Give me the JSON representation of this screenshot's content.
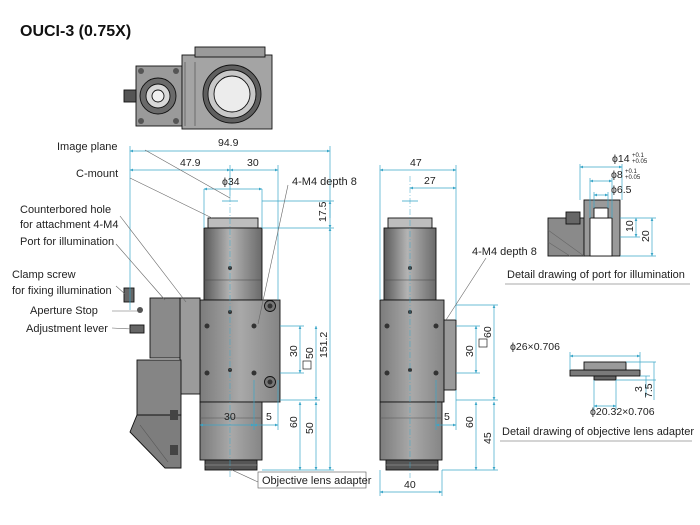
{
  "title": "OUCI-3 (0.75X)",
  "labels": {
    "image_plane": "Image plane",
    "c_mount": "C-mount",
    "counterbored_1": "Counterbored hole",
    "counterbored_2": "for attachment 4-M4",
    "port": "Port for illumination",
    "clamp_1": "Clamp screw",
    "clamp_2": "for fixing illumination",
    "aperture": "Aperture Stop",
    "adjust": "Adjustment lever",
    "m4_front": "4-M4 depth 8",
    "m4_side": "4-M4 depth 8",
    "obj_adapter": "Objective lens adapter",
    "detail_port": "Detail drawing of port for illumination",
    "detail_adapter": "Detail drawing of objective lens adapter"
  },
  "front_dims": {
    "width_total": "94.9",
    "w47_9": "47.9",
    "w30_top": "30",
    "phi34": "ϕ34",
    "h17_5": "17.5",
    "h30": "30",
    "sq50": "50",
    "h151_2": "151.2",
    "w30_bottom": "30",
    "w5": "5",
    "h60": "60",
    "h50": "50"
  },
  "side_dims": {
    "w47": "47",
    "w27": "27",
    "h30": "30",
    "sq60": "60",
    "w5": "5",
    "h60": "60",
    "h45": "45",
    "w40": "40"
  },
  "port_dims": {
    "phi14": "ϕ14",
    "phi14_tol_up": "+0.1",
    "phi14_tol_dn": "+0.05",
    "phi8": "ϕ8",
    "phi8_tol_up": "+0.1",
    "phi8_tol_dn": "+0.05",
    "phi6_5": "ϕ6.5",
    "d10": "10",
    "d20": "20"
  },
  "adapter_dims": {
    "thread_top": "ϕ26×0.706",
    "d3": "3",
    "d7_5": "7.5",
    "thread_bottom": "ϕ20.32×0.706"
  },
  "colors": {
    "body_gray": "#8c8c8c",
    "dark_gray": "#4a4a4a",
    "dim_blue": "#3aa6c8"
  }
}
